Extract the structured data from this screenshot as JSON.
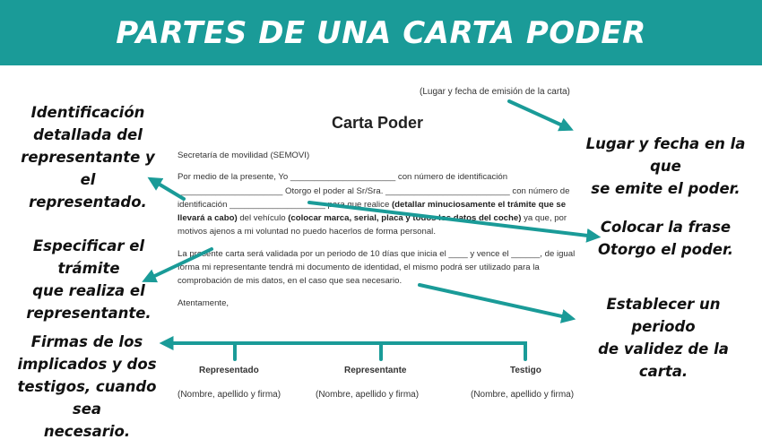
{
  "header": {
    "title": "PARTES DE UNA CARTA PODER",
    "background": "#1a9b98"
  },
  "document": {
    "date_line": "(Lugar y fecha de emisión de la carta)",
    "title": "Carta Poder",
    "addressee": "Secretaría de movilidad (SEMOVI)",
    "para1_a": "Por medio de la presente, Yo ______________________ con número de identificación ______________________ Otorgo el poder al Sr/Sra. __________________________ con número de identificación ____________________ para que realice ",
    "para1_b": "(detallar minuciosamente el trámite que se llevará a cabo)",
    "para1_c": " del vehículo ",
    "para1_d": "(colocar marca, serial, placa y todos los datos del coche)",
    "para1_e": " ya que, por motivos ajenos a mi voluntad no puedo hacerlos de forma personal.",
    "para2": "La presente carta será validada por un periodo de 10 días que inicia el ____ y vence el ______, de igual forma mi representante tendrá mi documento de identidad, el mismo podrá ser utilizado para la comprobación de mis datos, en el caso que sea necesario.",
    "closing": "Atentamente,",
    "signatures": [
      {
        "label": "Representado",
        "note": "(Nombre, apellido y firma)"
      },
      {
        "label": "Representante",
        "note": "(Nombre, apellido y firma)"
      },
      {
        "label": "Testigo",
        "note": "(Nombre, apellido y firma)"
      }
    ]
  },
  "callouts": {
    "left_1": "Identificación\ndetallada del\nrepresentante y el\nrepresentado.",
    "left_2": "Especificar el trámite\nque realiza el\nrepresentante.",
    "left_3": "Firmas de los\nimplicados y dos\ntestigos, cuando sea\nnecesario.",
    "right_1": "Lugar y fecha en la que\nse emite el poder.",
    "right_2": "Colocar la frase\nOtorgo el poder.",
    "right_3": "Establecer un periodo\nde validez de la carta."
  },
  "arrow_color": "#1a9b98"
}
